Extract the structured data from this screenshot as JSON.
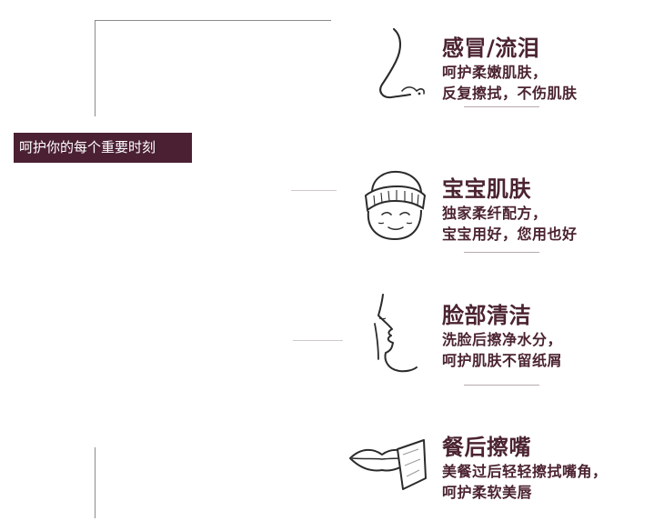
{
  "banner": {
    "text": "呵护你的每个重要时刻"
  },
  "features": [
    {
      "title": "感冒/流泪",
      "line1": "呵护柔嫩肌肤，",
      "line2": "反复擦拭，不伤肌肤",
      "icon": "nose-icon"
    },
    {
      "title": "宝宝肌肤",
      "line1": "独家柔纤配方，",
      "line2": "宝宝用好，您用也好",
      "icon": "baby-face-icon"
    },
    {
      "title": "脸部清洁",
      "line1": "洗脸后擦净水分，",
      "line2": "呵护肌肤不留纸屑",
      "icon": "face-profile-icon"
    },
    {
      "title": "餐后擦嘴",
      "line1": "美餐过后轻轻擦拭嘴角，",
      "line2": "呵护柔软美唇",
      "icon": "lips-tissue-icon"
    }
  ],
  "colors": {
    "banner_bg": "#4b2033",
    "text": "#4b2331",
    "line": "#8a8a8a"
  }
}
